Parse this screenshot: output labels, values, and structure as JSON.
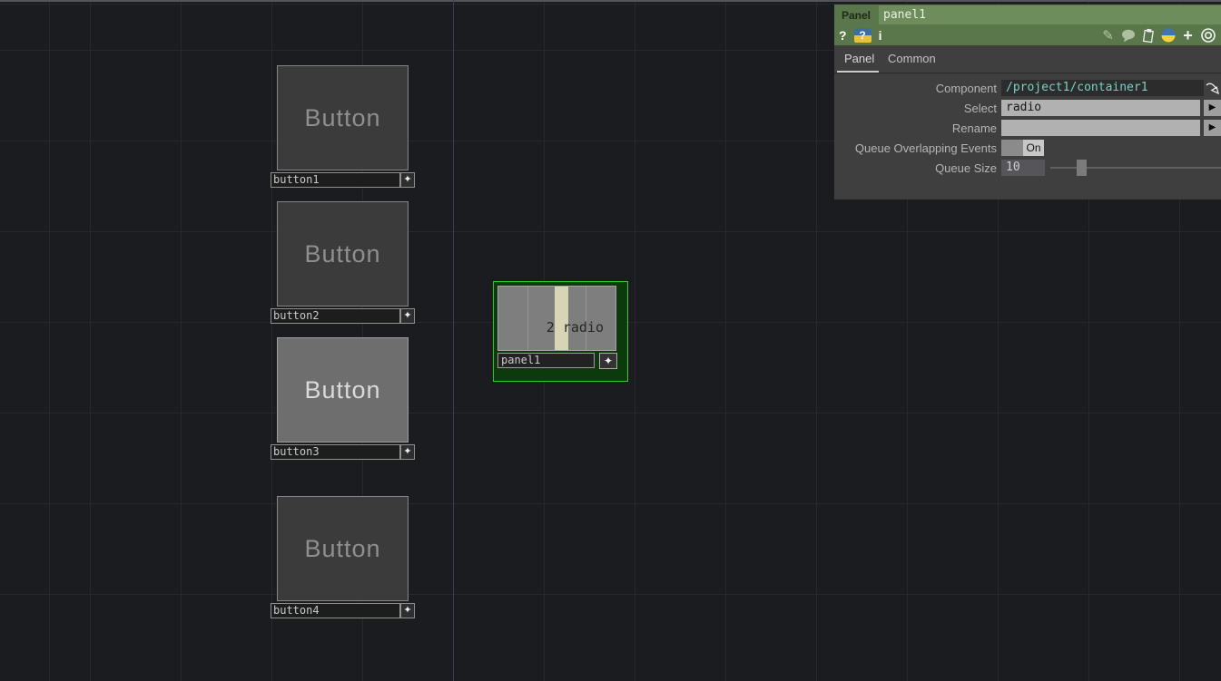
{
  "canvas": {
    "nodes": [
      {
        "label": "Button",
        "name": "button1"
      },
      {
        "label": "Button",
        "name": "button2"
      },
      {
        "label": "Button",
        "name": "button3"
      },
      {
        "label": "Button",
        "name": "button4"
      }
    ],
    "panel_node": {
      "name": "panel1",
      "display_value": "2 radio"
    }
  },
  "dialog": {
    "op_type": "Panel",
    "op_name": "panel1",
    "help": {
      "question": "?",
      "python_question": "?",
      "info": "i"
    },
    "tabs": [
      {
        "label": "Panel"
      },
      {
        "label": "Common"
      }
    ],
    "params": {
      "component": {
        "label": "Component",
        "value": "/project1/container1"
      },
      "select": {
        "label": "Select",
        "value": "radio"
      },
      "rename": {
        "label": "Rename",
        "value": ""
      },
      "queue": {
        "label": "Queue Overlapping Events",
        "value": "On"
      },
      "queuesize": {
        "label": "Queue Size",
        "value": "10"
      }
    }
  },
  "icons": {
    "add_star": "✦",
    "menu_arrow": "▶",
    "pencil": "✎",
    "plus": "+"
  },
  "colors": {
    "selection_green": "#2ecc2e",
    "header_green": "#59774a",
    "component_ref_teal": "#79cfc7",
    "active_panel_bar": "#d8d4b6",
    "active_button_fill": "#6e6e6e"
  }
}
